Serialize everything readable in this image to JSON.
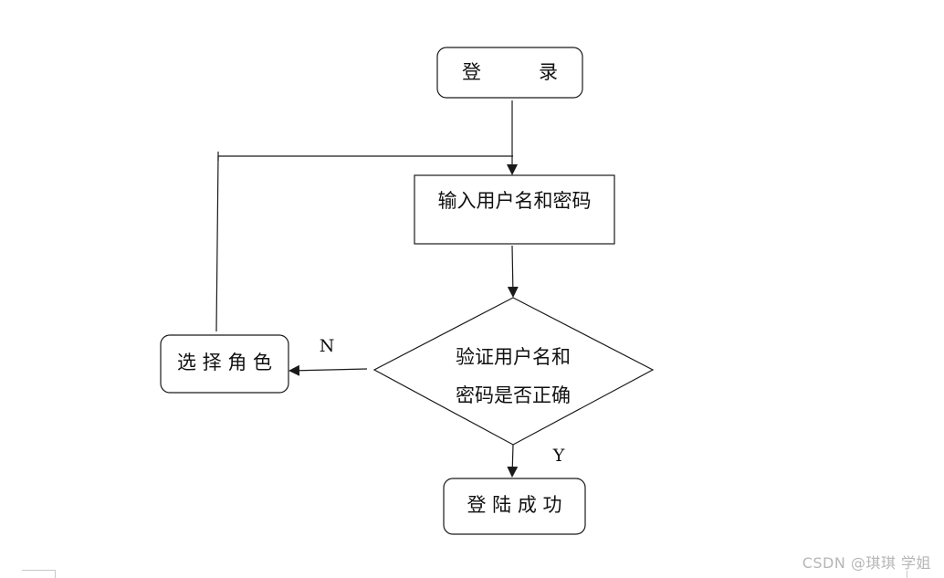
{
  "diagram": {
    "nodes": {
      "login": "登　　　录",
      "input": "输入用户名和密码",
      "verify_line1": "验证用户名和",
      "verify_line2": "密码是否正确",
      "choose_role": "选 择 角 色",
      "success": "登 陆 成 功"
    },
    "edge_labels": {
      "no": "N",
      "yes": "Y"
    }
  },
  "watermark": "CSDN @琪琪 学姐",
  "colors": {
    "stroke": "#1a1a1a",
    "text": "#111111",
    "watermark": "#b6b6b6"
  }
}
